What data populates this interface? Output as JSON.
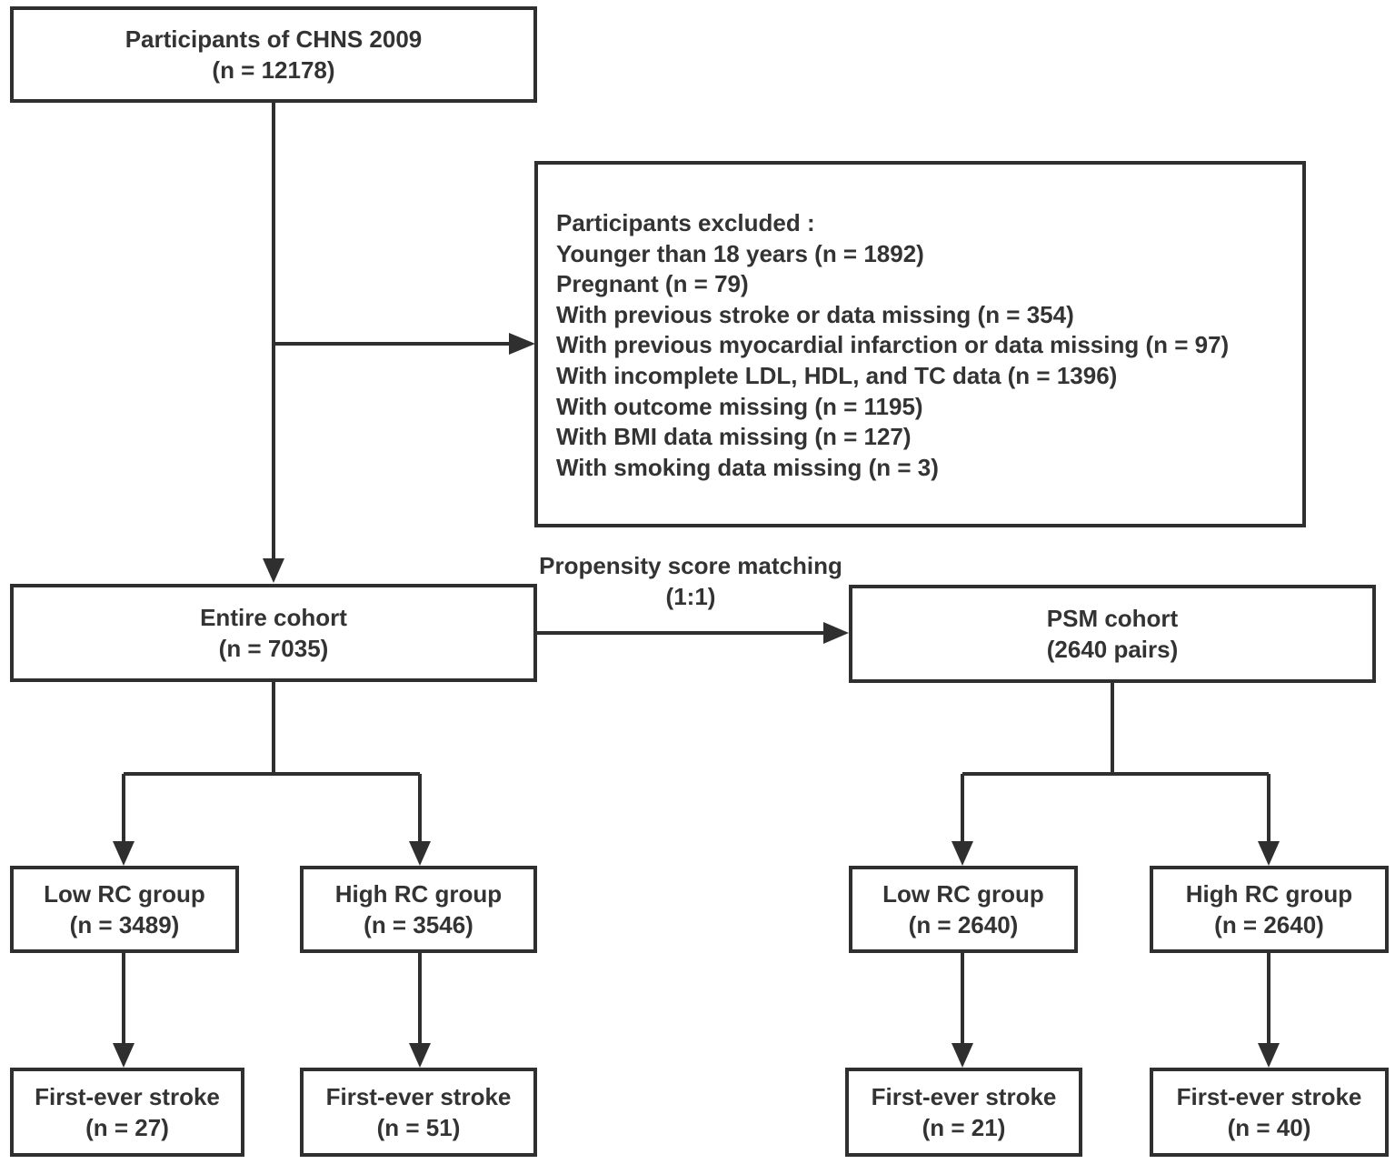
{
  "root": {
    "title": "Participants of CHNS 2009",
    "count": "(n = 12178)"
  },
  "exclusion": {
    "heading": "Participants excluded :",
    "items": [
      "Younger than 18 years (n = 1892)",
      "Pregnant (n = 79)",
      "With previous stroke or data missing (n = 354)",
      "With previous myocardial infarction or data missing (n = 97)",
      "With incomplete LDL, HDL, and TC data (n = 1396)",
      "With outcome missing (n = 1195)",
      "With BMI data missing (n = 127)",
      "With smoking data missing (n = 3)"
    ]
  },
  "matching": {
    "label": "Propensity score matching",
    "ratio": "(1:1)"
  },
  "entire": {
    "title": "Entire cohort",
    "count": "(n = 7035)",
    "low": {
      "title": "Low RC group",
      "count": "(n = 3489)",
      "outcome": "First-ever stroke",
      "outcome_count": "(n = 27)"
    },
    "high": {
      "title": "High RC group",
      "count": "(n = 3546)",
      "outcome": "First-ever stroke",
      "outcome_count": "(n = 51)"
    }
  },
  "psm": {
    "title": "PSM cohort",
    "count": "(2640 pairs)",
    "low": {
      "title": "Low RC group",
      "count": "(n = 2640)",
      "outcome": "First-ever stroke",
      "outcome_count": "(n = 21)"
    },
    "high": {
      "title": "High RC group",
      "count": "(n = 2640)",
      "outcome": "First-ever stroke",
      "outcome_count": "(n = 40)"
    }
  },
  "colors": {
    "line": "#2f2f2f",
    "text": "#333333",
    "background": "#ffffff"
  }
}
